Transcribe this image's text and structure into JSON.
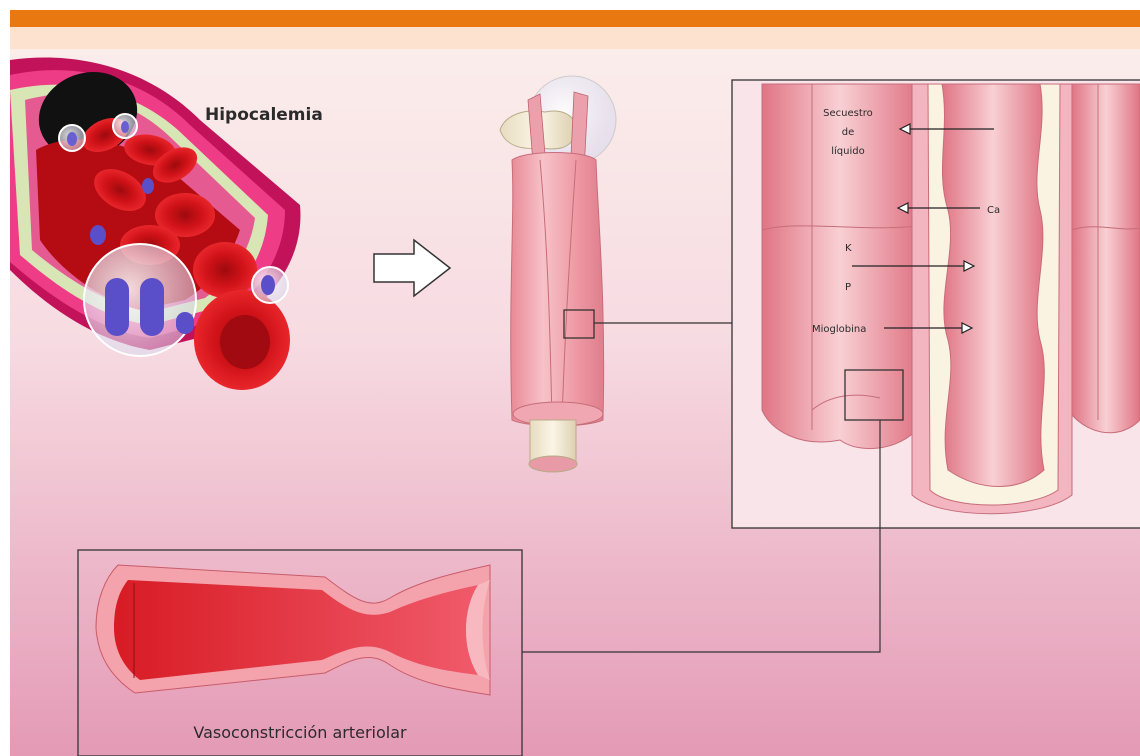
{
  "labels": {
    "hypokalemia": "Hipocalemia",
    "sequestration": [
      "Secuestro",
      "de",
      "líquido"
    ],
    "calcium": "Ca",
    "potassium": "K",
    "phosphorus": "P",
    "myoglobin": "Mioglobina",
    "vasoconstriction": "Vasoconstricción arteriolar"
  },
  "colors": {
    "top_bar": "#e8780f",
    "top_band": "#fde3cf",
    "background_top": "#fbeee9",
    "background_bottom": "#e59bb6",
    "blood_red": "#d9141a",
    "muscle_pink": "#ee97a0",
    "potassium_blue": "#5a4fc8"
  }
}
